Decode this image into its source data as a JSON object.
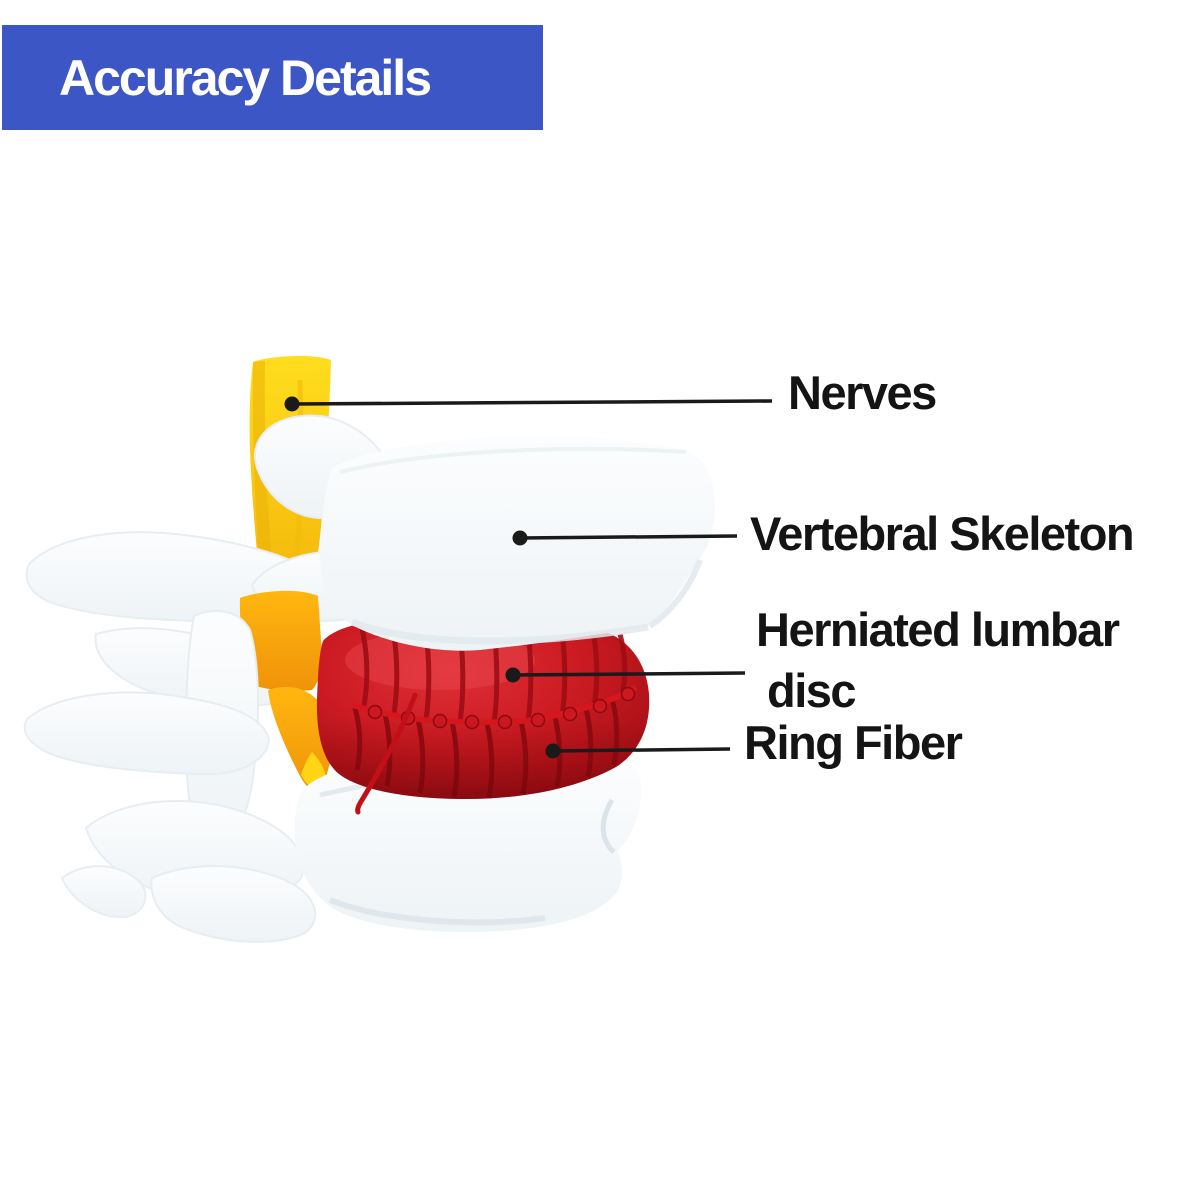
{
  "page": {
    "background_color": "#FFFFFF"
  },
  "header": {
    "title": "Accuracy Details",
    "background_color": "#3D56C5",
    "text_color": "#FFFFFF"
  },
  "diagram": {
    "leader_line_color": "#1A1A1A",
    "labels": {
      "nerves": {
        "text": "Nerves"
      },
      "vertebral_skeleton": {
        "text": "Vertebral Skeleton"
      },
      "herniated_lumbar_disc": {
        "lines": [
          "Herniated lumbar",
          "disc"
        ]
      },
      "ring_fiber": {
        "text": "Ring Fiber"
      }
    },
    "model_colors": {
      "bone_white": "#F8FAFB",
      "nerve_yellow": "#FFD60F",
      "nerve_orange": "#F5A008",
      "disc_red": "#C8161E",
      "disc_dark_red": "#9C0E15"
    }
  }
}
